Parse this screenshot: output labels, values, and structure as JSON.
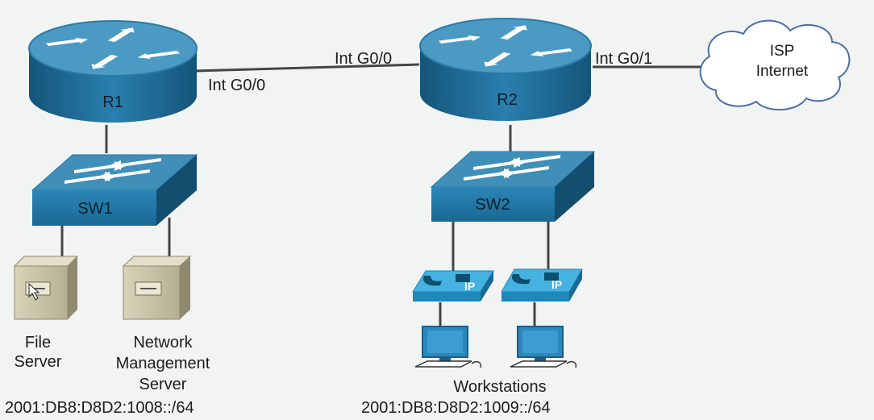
{
  "routers": {
    "r1": {
      "name": "R1"
    },
    "r2": {
      "name": "R2"
    }
  },
  "switches": {
    "sw1": {
      "name": "SW1"
    },
    "sw2": {
      "name": "SW2"
    }
  },
  "interfaces": {
    "r1_g00": "Int G0/0",
    "r2_g00": "Int G0/0",
    "r2_g01": "Int G0/1"
  },
  "cloud": {
    "line1": "ISP",
    "line2": "Internet"
  },
  "servers": {
    "file_server": {
      "line1": "File",
      "line2": "Server"
    },
    "nms": {
      "line1": "Network",
      "line2": "Management",
      "line3": "Server"
    }
  },
  "workstations_label": "Workstations",
  "phones": {
    "badge": "IP"
  },
  "subnets": {
    "left": "2001:DB8:D8D2:1008::/64",
    "right": "2001:DB8:D8D2:1009::/64"
  },
  "colors": {
    "device_top": "#3f8fb9",
    "device_side": "#1f6b95",
    "device_dark": "#134e6f",
    "phone": "#2fa5d8",
    "server": "#c9c4a8",
    "cable": "#444444"
  }
}
